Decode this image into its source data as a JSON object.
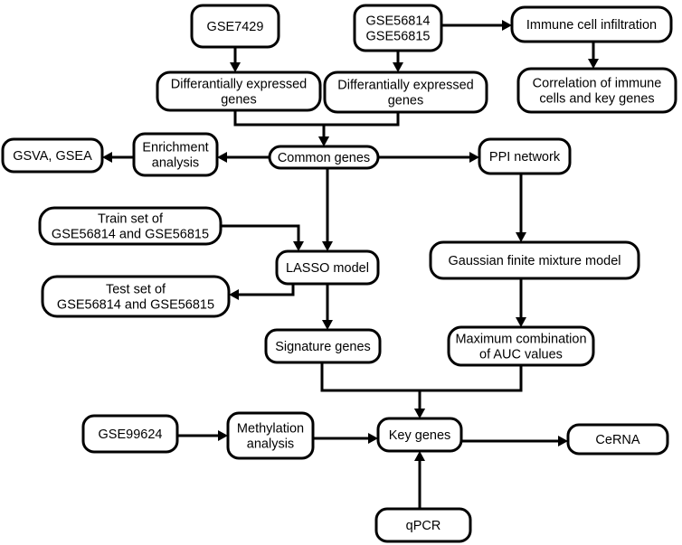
{
  "diagram": {
    "nodes": [
      {
        "id": "gse7429",
        "lines": [
          "GSE7429"
        ]
      },
      {
        "id": "gse56814-56815",
        "lines": [
          "GSE56814",
          "GSE56815"
        ]
      },
      {
        "id": "immune-infiltration",
        "lines": [
          "Immune cell infiltration"
        ]
      },
      {
        "id": "immune-correlation",
        "lines": [
          "Correlation of immune",
          "cells and key genes"
        ]
      },
      {
        "id": "deg-left",
        "lines": [
          "Differantially expressed",
          "genes"
        ]
      },
      {
        "id": "deg-right",
        "lines": [
          "Differantially expressed",
          "genes"
        ]
      },
      {
        "id": "gsva-gsea",
        "lines": [
          "GSVA, GSEA"
        ]
      },
      {
        "id": "enrichment",
        "lines": [
          "Enrichment",
          "analysis"
        ]
      },
      {
        "id": "common-genes",
        "lines": [
          "Common genes"
        ]
      },
      {
        "id": "ppi",
        "lines": [
          "PPI network"
        ]
      },
      {
        "id": "train-set",
        "lines": [
          "Train set of",
          "GSE56814 and GSE56815"
        ]
      },
      {
        "id": "lasso",
        "lines": [
          "LASSO model"
        ]
      },
      {
        "id": "gaussian",
        "lines": [
          "Gaussian finite mixture model"
        ]
      },
      {
        "id": "test-set",
        "lines": [
          "Test set of",
          "GSE56814 and GSE56815"
        ]
      },
      {
        "id": "signature",
        "lines": [
          "Signature genes"
        ]
      },
      {
        "id": "max-auc",
        "lines": [
          "Maximum combination",
          "of AUC values"
        ]
      },
      {
        "id": "gse99624",
        "lines": [
          "GSE99624"
        ]
      },
      {
        "id": "methylation",
        "lines": [
          "Methylation",
          "analysis"
        ]
      },
      {
        "id": "key-genes",
        "lines": [
          "Key genes"
        ]
      },
      {
        "id": "cerna",
        "lines": [
          "CeRNA"
        ]
      },
      {
        "id": "qpcr",
        "lines": [
          "qPCR"
        ]
      }
    ],
    "edges": [
      {
        "from": "gse7429",
        "to": "deg-left"
      },
      {
        "from": "gse56814-56815",
        "to": "deg-right"
      },
      {
        "from": "gse56814-56815",
        "to": "immune-infiltration"
      },
      {
        "from": "immune-infiltration",
        "to": "immune-correlation"
      },
      {
        "from": "deg-left",
        "to": "common-genes"
      },
      {
        "from": "deg-right",
        "to": "common-genes"
      },
      {
        "from": "common-genes",
        "to": "enrichment"
      },
      {
        "from": "enrichment",
        "to": "gsva-gsea"
      },
      {
        "from": "common-genes",
        "to": "ppi"
      },
      {
        "from": "common-genes",
        "to": "lasso"
      },
      {
        "from": "train-set",
        "to": "lasso"
      },
      {
        "from": "lasso",
        "to": "test-set"
      },
      {
        "from": "lasso",
        "to": "signature"
      },
      {
        "from": "ppi",
        "to": "gaussian"
      },
      {
        "from": "gaussian",
        "to": "max-auc"
      },
      {
        "from": "signature",
        "to": "key-genes"
      },
      {
        "from": "max-auc",
        "to": "key-genes"
      },
      {
        "from": "gse99624",
        "to": "methylation"
      },
      {
        "from": "methylation",
        "to": "key-genes"
      },
      {
        "from": "key-genes",
        "to": "cerna"
      },
      {
        "from": "qpcr",
        "to": "key-genes"
      }
    ]
  }
}
